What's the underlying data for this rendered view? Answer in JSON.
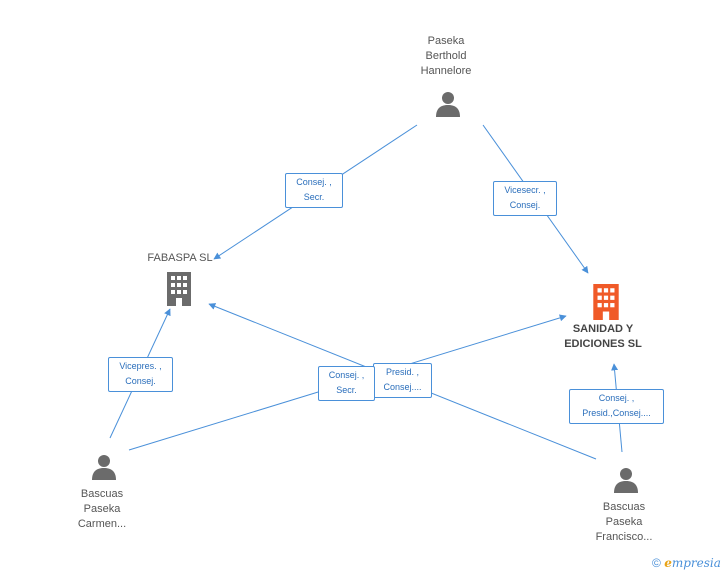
{
  "nodes": {
    "paseka_berthold": {
      "label": "Paseka\nBerthold\nHannelore",
      "icon": "person-icon"
    },
    "fabaspa": {
      "label": "FABASPA SL",
      "icon": "building-icon"
    },
    "sanidad": {
      "label": "SANIDAD Y\nEDICIONES SL",
      "icon": "building-icon",
      "color": "#f05a28"
    },
    "bascuas_carmen": {
      "label": "Bascuas\nPaseka\nCarmen...",
      "icon": "person-icon"
    },
    "bascuas_francisco": {
      "label": "Bascuas\nPaseka\nFrancisco...",
      "icon": "person-icon"
    }
  },
  "edges": [
    {
      "id": "berthold-fabaspa",
      "label": "Consej. ,\nSecr."
    },
    {
      "id": "berthold-sanidad",
      "label": "Vicesecr. ,\nConsej."
    },
    {
      "id": "carmen-fabaspa",
      "label": "Vicepres. ,\nConsej."
    },
    {
      "id": "carmen-sanidad",
      "label": "Presid. ,\nConsej...."
    },
    {
      "id": "francisco-fabaspa",
      "label": "Consej. ,\nSecr."
    },
    {
      "id": "francisco-sanidad",
      "label": "Consej. ,\nPresid.,Consej...."
    }
  ],
  "colors": {
    "edge": "#4a90d9",
    "icon_gray": "#6b6b6b",
    "highlight": "#f05a28"
  },
  "footer": {
    "copyright": "©",
    "brand_first": "e",
    "brand_rest": "mpresia"
  }
}
